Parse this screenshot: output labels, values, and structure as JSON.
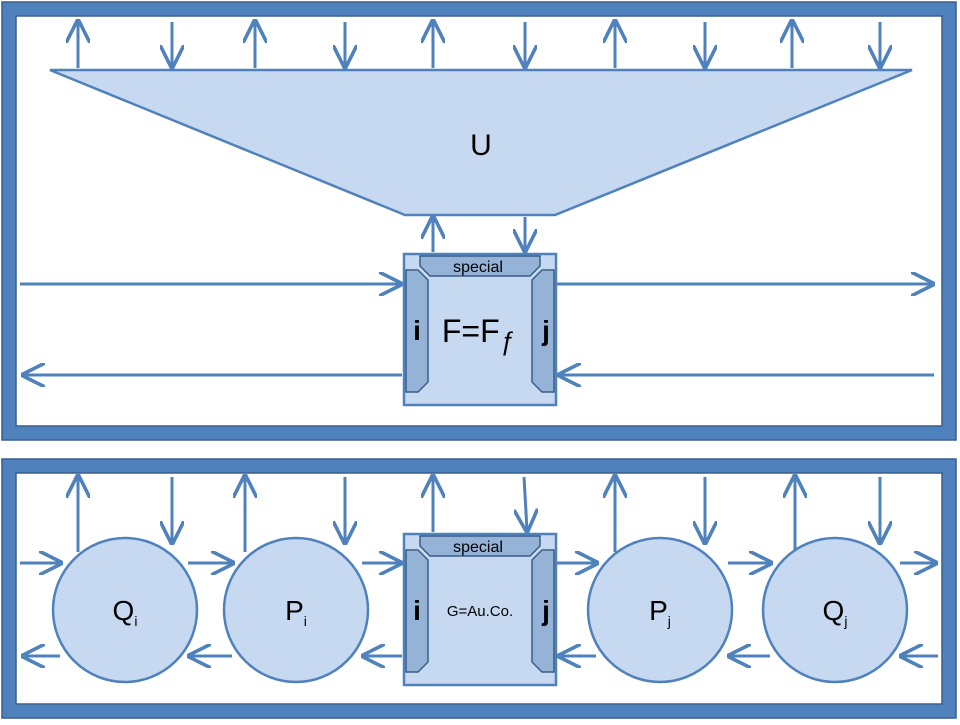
{
  "top_panel": {
    "funnel_label": "U",
    "box": {
      "special_label": "special",
      "main_label": "F=F",
      "main_subscript": "ƒ",
      "left_port": "i",
      "right_port": "j"
    }
  },
  "bottom_panel": {
    "box": {
      "special_label": "special",
      "main_label": "G=Au.Co.",
      "left_port": "i",
      "right_port": "j"
    },
    "circles": [
      {
        "label": "Q",
        "sub": "i"
      },
      {
        "label": "P",
        "sub": "i"
      },
      {
        "label": "P",
        "sub": "j"
      },
      {
        "label": "Q",
        "sub": "j"
      }
    ]
  },
  "colors": {
    "frame": "#4F81BD",
    "frame_dark": "#385D8A",
    "fill_light": "#C6D9F1",
    "port_fill": "#95B3D7",
    "arrow": "#4F81BD"
  }
}
